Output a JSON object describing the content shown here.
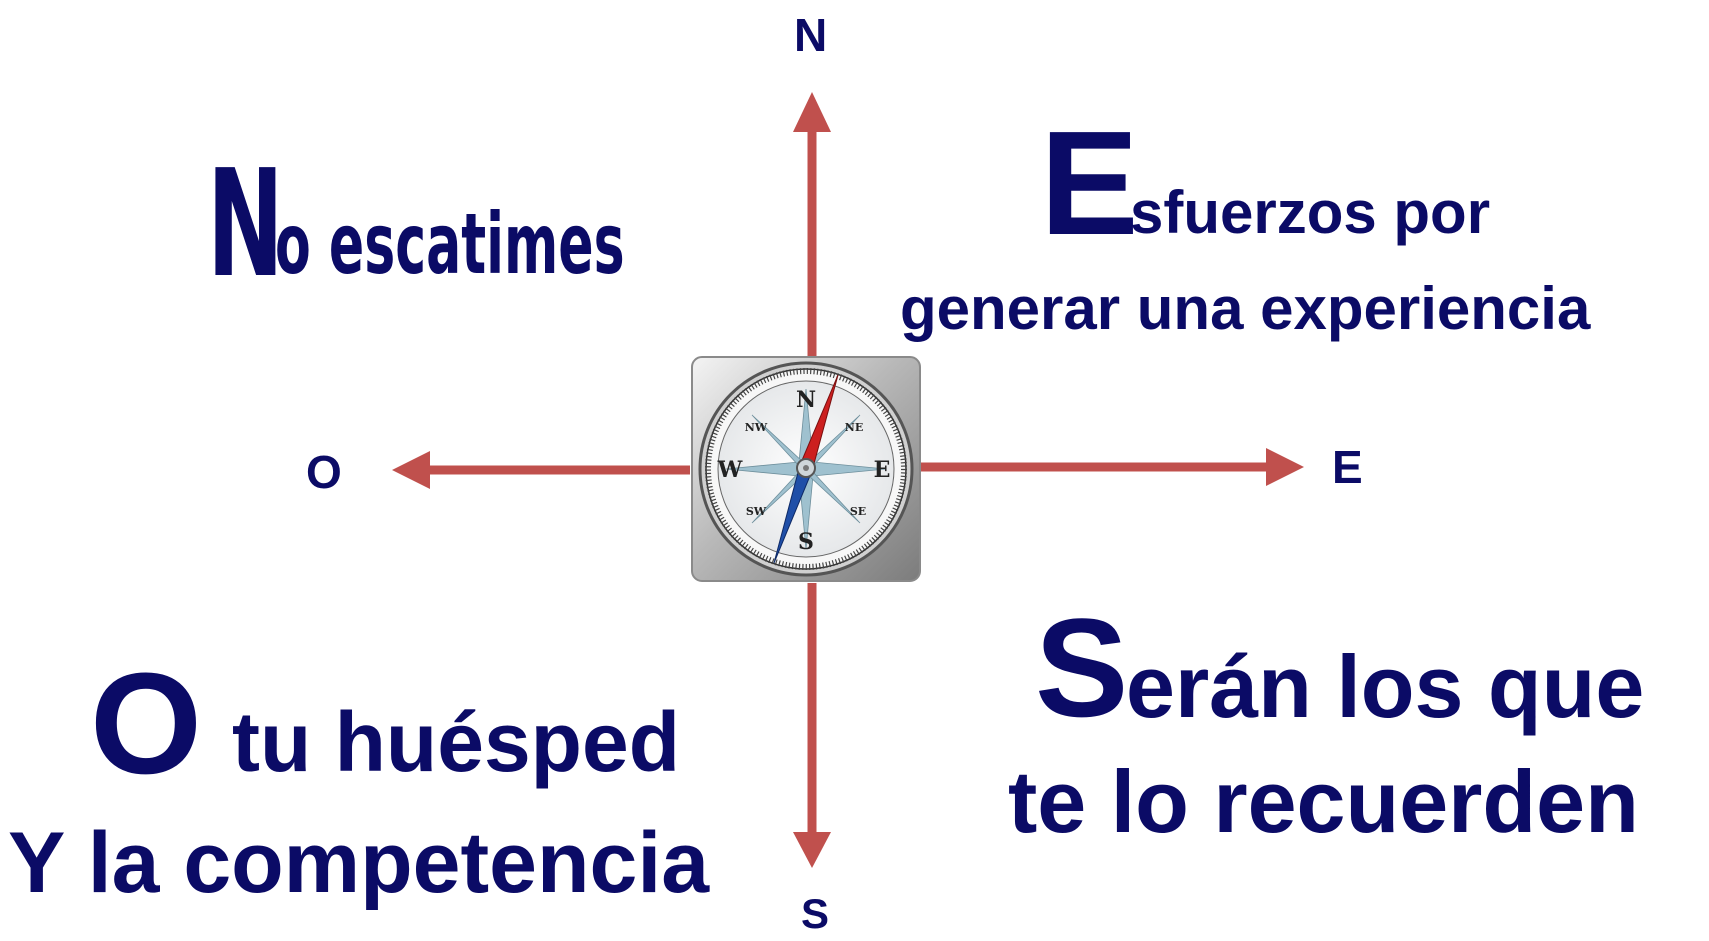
{
  "directions": {
    "north": "N",
    "south": "S",
    "east": "E",
    "west": "O"
  },
  "compass": {
    "cardinals": [
      "N",
      "E",
      "S",
      "W"
    ],
    "intercardinals": [
      "NE",
      "SE",
      "SW",
      "NW"
    ]
  },
  "quadrants": {
    "north": {
      "initial": "N",
      "rest": "o escatimes"
    },
    "east": {
      "initial": "E",
      "line1_rest": "sfuerzos por",
      "line2": "generar una experiencia"
    },
    "west": {
      "initial": "O",
      "line1_rest": "tu huésped",
      "line2": "Y la competencia"
    },
    "south": {
      "initial": "S",
      "line1_rest": "erán los que",
      "line2": "te lo recuerden"
    }
  },
  "colors": {
    "text": "#0b0b66",
    "arrow": "#c0504d",
    "needle_north": "#cc1f1f",
    "needle_south": "#1f4fa8"
  }
}
